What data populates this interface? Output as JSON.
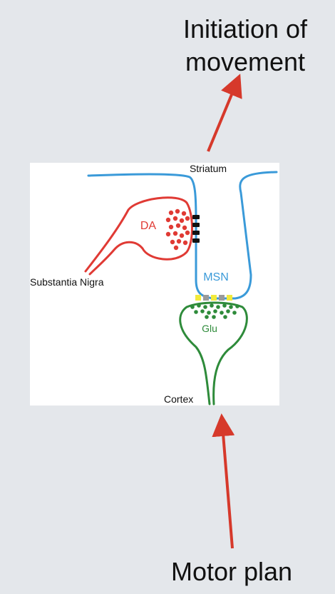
{
  "top_label": {
    "line1": "Initiation of",
    "line2": "movement"
  },
  "bottom_label": "Motor plan",
  "diagram": {
    "striatum": "Striatum",
    "da": "DA",
    "substantia_nigra": "Substantia Nigra",
    "msn": "MSN",
    "glu": "Glu",
    "cortex": "Cortex"
  },
  "colors": {
    "background": "#e4e7eb",
    "panel": "#ffffff",
    "arrow": "#d6392b",
    "dopamine": "#e03a34",
    "msn": "#3a9ad9",
    "glutamate": "#2e8b3a",
    "receptor_black": "#111111",
    "receptor_yellow": "#f2ea3c",
    "receptor_gray": "#9a9a9a"
  }
}
